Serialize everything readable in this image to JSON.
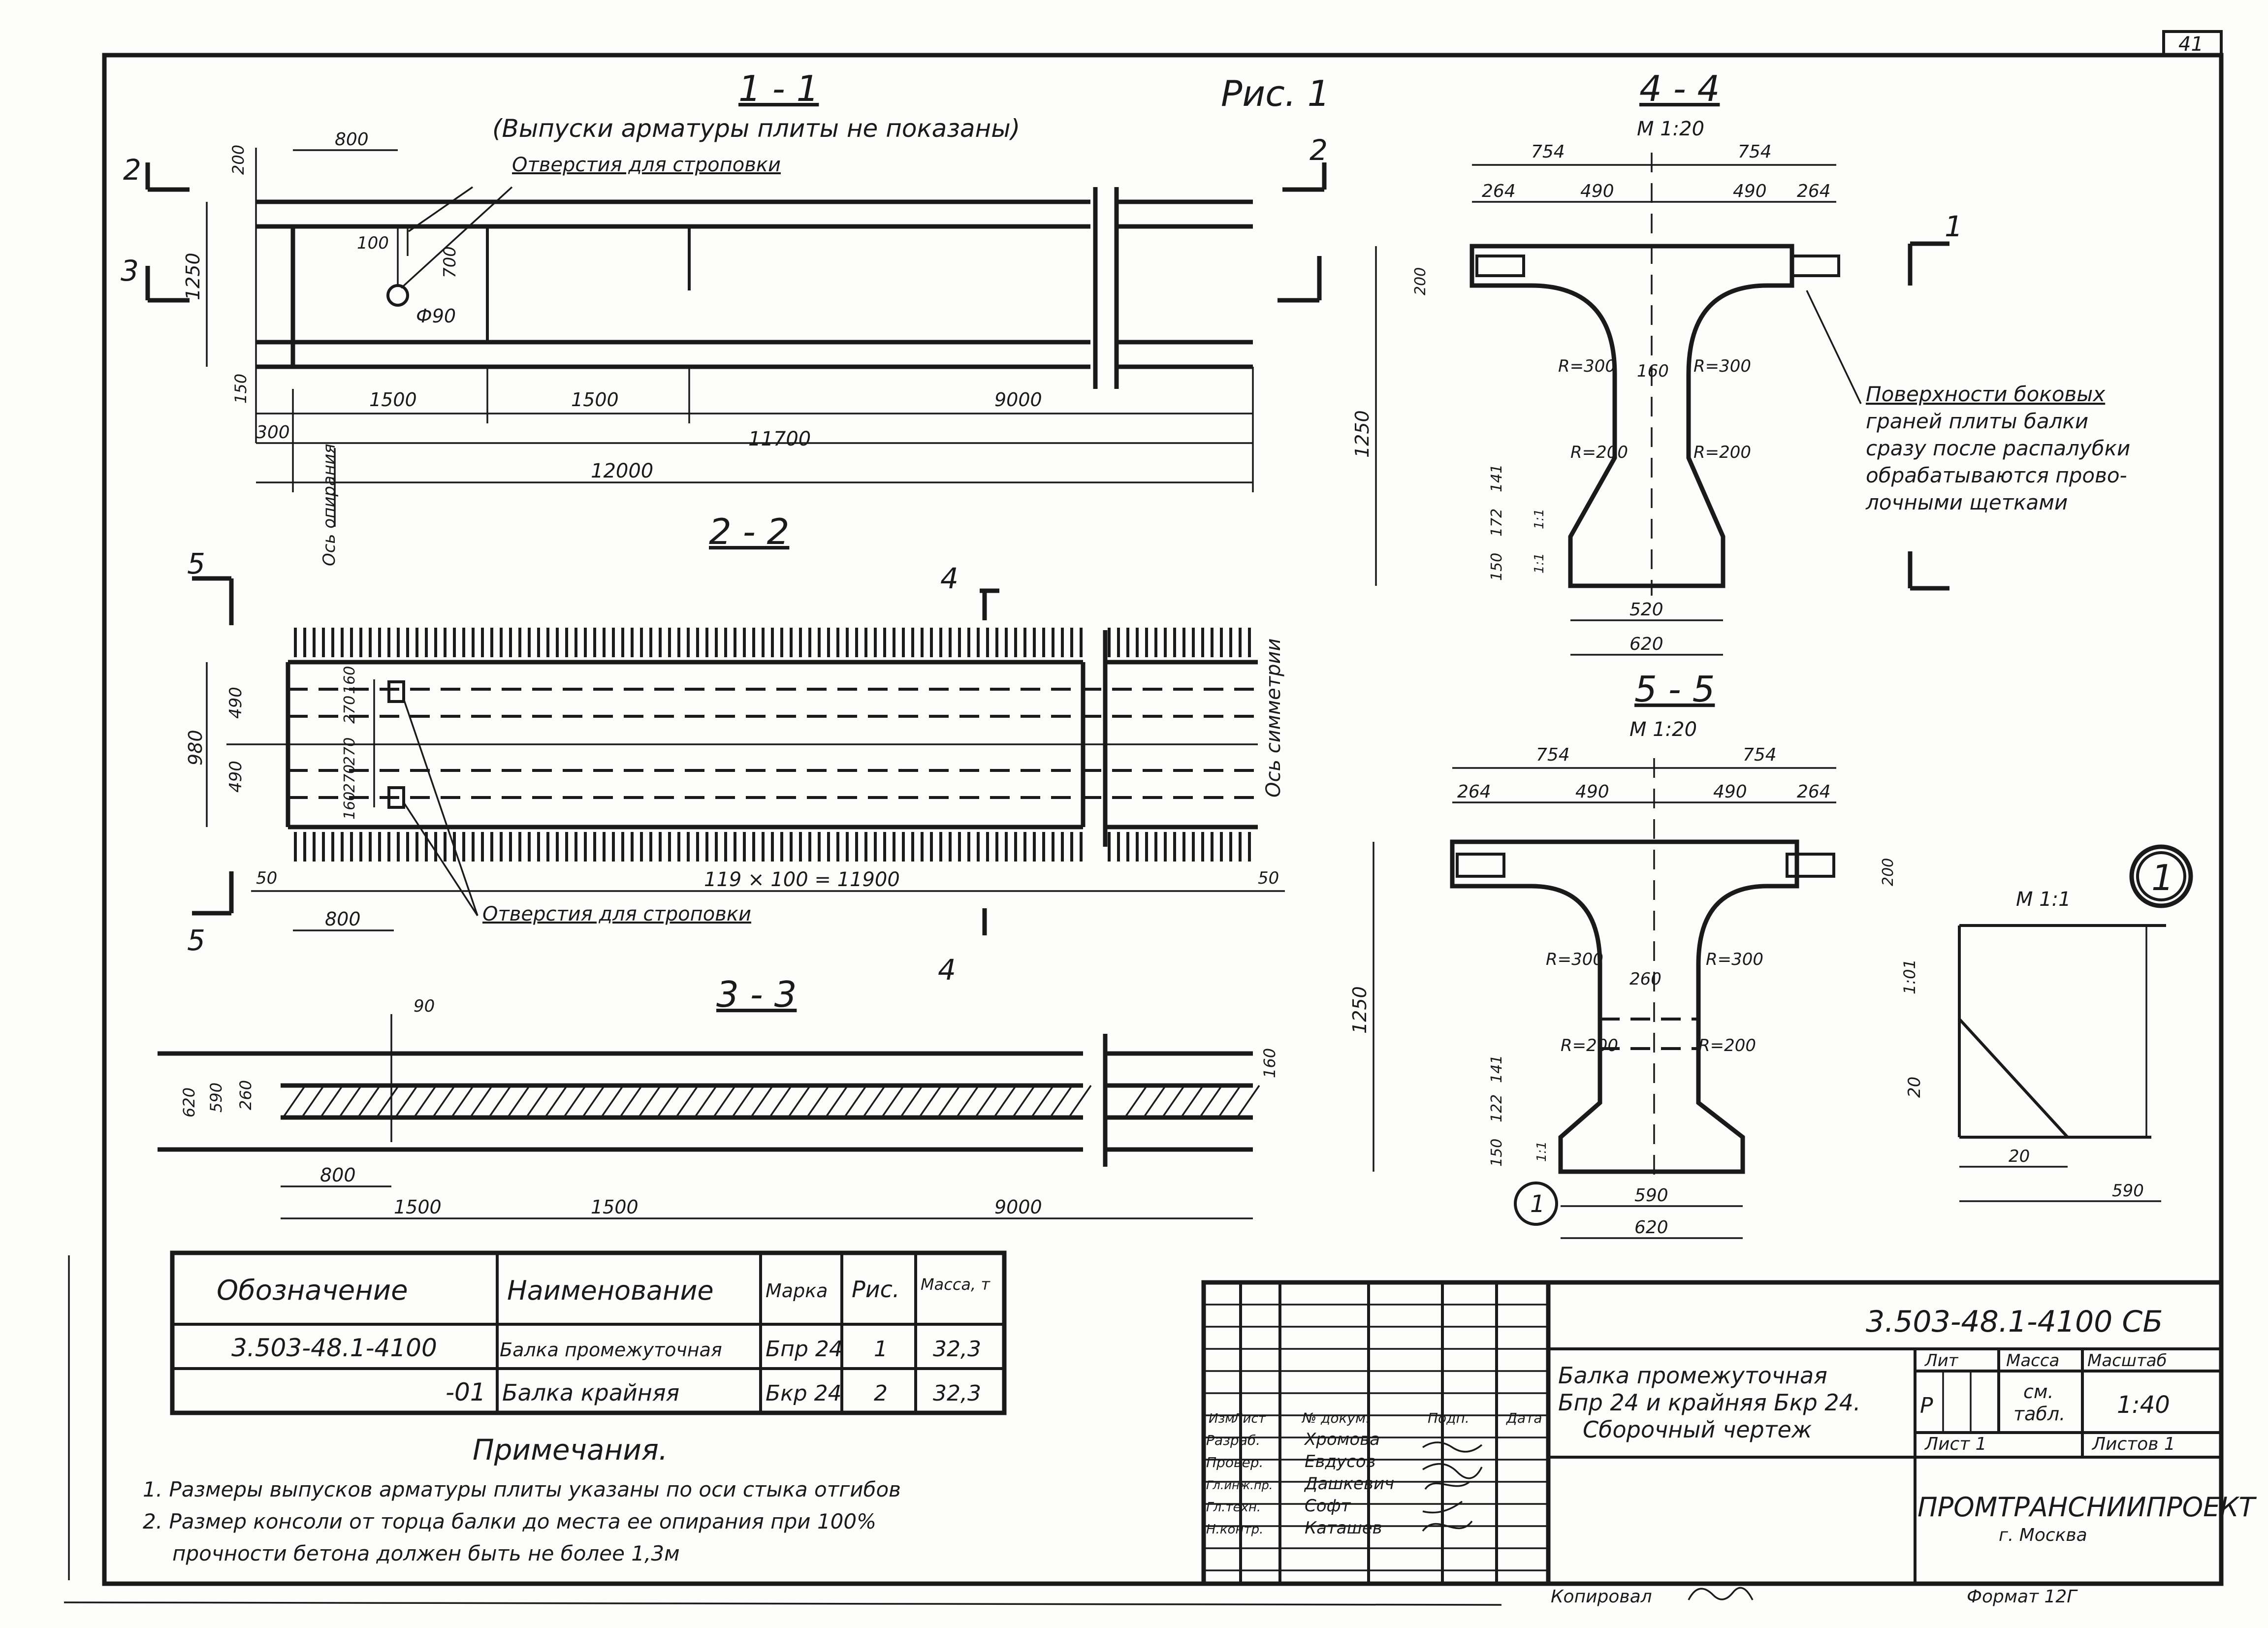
{
  "sheet": {
    "number": "41",
    "figure": "Рис. 1",
    "copied_by": "Копировал",
    "format": "Формат 12Г"
  },
  "sections": {
    "s11": {
      "title": "1 - 1",
      "subtitle": "(Выпуски арматуры плиты не показаны)",
      "hole_label": "Отверстия для строповки",
      "cut_marks": [
        "2",
        "2",
        "3"
      ],
      "dims": [
        "800",
        "200",
        "100",
        "700",
        "1250",
        "Ф90",
        "150",
        "1500",
        "1500",
        "9000",
        "300",
        "11700",
        "12000"
      ],
      "axis_label": "Ось опирания"
    },
    "s22": {
      "title": "2 - 2",
      "cut_marks": [
        "5",
        "5",
        "4",
        "4"
      ],
      "dims": [
        "980",
        "490",
        "490",
        "160",
        "270",
        "270",
        "270",
        "160",
        "50",
        "119 × 100 = 11900",
        "50",
        "800"
      ],
      "hole_label": "Отверстия для строповки",
      "sym_label": "Ось симметрии"
    },
    "s33": {
      "title": "3 - 3",
      "dims": [
        "90",
        "620",
        "590",
        "260",
        "160",
        "800",
        "1500",
        "1500",
        "9000"
      ]
    },
    "s44": {
      "title": "4 - 4",
      "scale": "М 1:20",
      "dims": [
        "754",
        "754",
        "264",
        "490",
        "490",
        "264",
        "200",
        "1250",
        "R=300",
        "160",
        "R=300",
        "R=200",
        "R=200",
        "141",
        "172",
        "150",
        "1:1",
        "1:1",
        "520",
        "620"
      ],
      "cut_mark": "1",
      "note": [
        "Поверхности боковых",
        "граней плиты балки",
        "сразу после распалубки",
        "обрабатываются прово-",
        "лочными щетками"
      ]
    },
    "s55": {
      "title": "5 - 5",
      "scale": "М 1:20",
      "dims": [
        "754",
        "754",
        "264",
        "490",
        "490",
        "264",
        "200",
        "1250",
        "R=300",
        "260",
        "R=300",
        "R=200",
        "R=200",
        "141",
        "122",
        "150",
        "1:1",
        "590",
        "620"
      ],
      "callout": "1"
    },
    "detail1": {
      "callout": "1",
      "scale": "М 1:1",
      "dims": [
        "1:01",
        "20",
        "20",
        "590"
      ]
    }
  },
  "spec_table": {
    "headers": [
      "Обозначение",
      "Наименование",
      "Марка",
      "Рис.",
      "Масса, т"
    ],
    "rows": [
      [
        "3.503-48.1-4100",
        "Балка промежуточная",
        "Бпр 24",
        "1",
        "32,3"
      ],
      [
        "-01",
        "Балка крайняя",
        "Бкр 24",
        "2",
        "32,3"
      ]
    ]
  },
  "notes": {
    "title": "Примечания.",
    "items": [
      "1. Размеры выпусков арматуры плиты указаны по оси стыка отгибов",
      "2. Размер консоли от торца балки до места ее опирания при 100%",
      "прочности бетона должен быть не более 1,3м"
    ]
  },
  "title_block": {
    "code": "3.503-48.1-4100 СБ",
    "name": [
      "Балка промежуточная",
      "Бпр 24 и крайняя Бкр 24.",
      "Сборочный чертеж"
    ],
    "col_headers": [
      "Изм",
      "Лист",
      "№ докум.",
      "Подп.",
      "Дата"
    ],
    "roles": [
      [
        "Разраб.",
        "Хромова"
      ],
      [
        "Провер.",
        "Евдусов"
      ],
      [
        "Гл.инж.пр.",
        "Дашкевич"
      ],
      [
        "Гл.техн.",
        "Софт"
      ],
      [
        "Н.контр.",
        "Каташев"
      ]
    ],
    "lit_label": "Лит",
    "mass_label": "Масса",
    "scale_label": "Масштаб",
    "lit_value": "Р",
    "mass_value": [
      "см.",
      "табл."
    ],
    "scale_value": "1:40",
    "sheet_label": "Лист 1",
    "sheets_label": "Листов 1",
    "org": "ПРОМТРАНСНИИПРОЕКТ",
    "city": "г. Москва"
  }
}
